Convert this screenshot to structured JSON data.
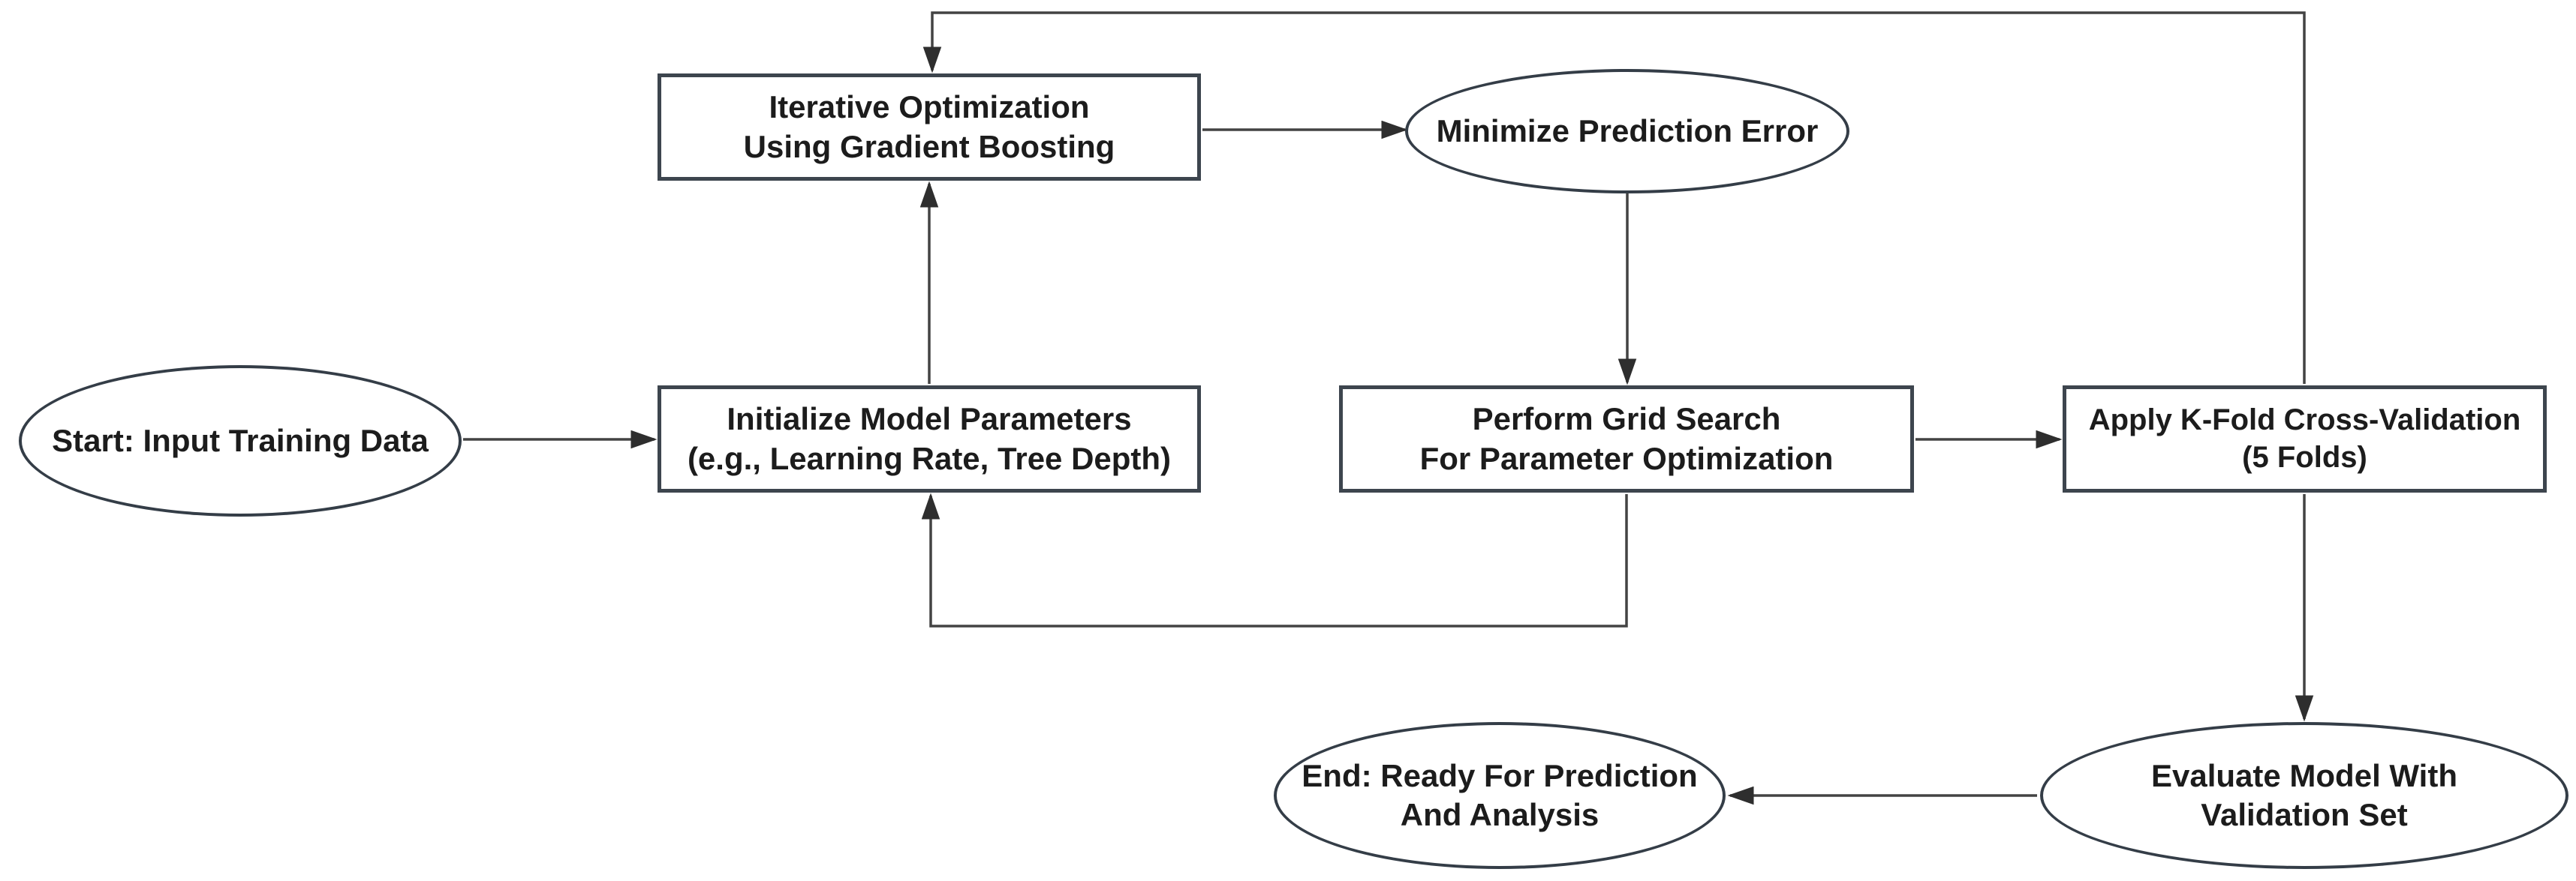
{
  "diagram": {
    "type": "flowchart",
    "colors": {
      "background": "#ffffff",
      "edge": "#434343",
      "arrowhead": "#2e2e2e",
      "node_fill": "#ffffff",
      "node_border": "#3d454e",
      "text": "#1c1c1c"
    },
    "nodes": [
      {
        "id": "start",
        "shape": "ellipse",
        "label": "Start: Input Training Data"
      },
      {
        "id": "init",
        "shape": "rect",
        "label": "Initialize Model Parameters\n(e.g., Learning Rate, Tree Depth)"
      },
      {
        "id": "iter",
        "shape": "rect",
        "label": "Iterative Optimization\nUsing Gradient Boosting"
      },
      {
        "id": "minimize",
        "shape": "ellipse",
        "label": "Minimize Prediction Error"
      },
      {
        "id": "grid",
        "shape": "rect",
        "label": "Perform Grid Search\nFor Parameter Optimization"
      },
      {
        "id": "kfold",
        "shape": "rect",
        "label": "Apply K-Fold Cross-Validation\n(5 Folds)"
      },
      {
        "id": "evaluate",
        "shape": "ellipse",
        "label": "Evaluate Model With\nValidation Set"
      },
      {
        "id": "end",
        "shape": "ellipse",
        "label": "End: Ready For Prediction\nAnd Analysis"
      }
    ],
    "edges": [
      {
        "from": "start",
        "to": "init",
        "route": "right"
      },
      {
        "from": "init",
        "to": "iter",
        "route": "up"
      },
      {
        "from": "iter",
        "to": "minimize",
        "route": "right"
      },
      {
        "from": "minimize",
        "to": "grid",
        "route": "down"
      },
      {
        "from": "grid",
        "to": "kfold",
        "route": "right"
      },
      {
        "from": "kfold",
        "to": "iter",
        "route": "up-over-top-then-down"
      },
      {
        "from": "grid",
        "to": "init",
        "route": "down-under-then-up"
      },
      {
        "from": "kfold",
        "to": "evaluate",
        "route": "down"
      },
      {
        "from": "evaluate",
        "to": "end",
        "route": "left"
      }
    ]
  }
}
